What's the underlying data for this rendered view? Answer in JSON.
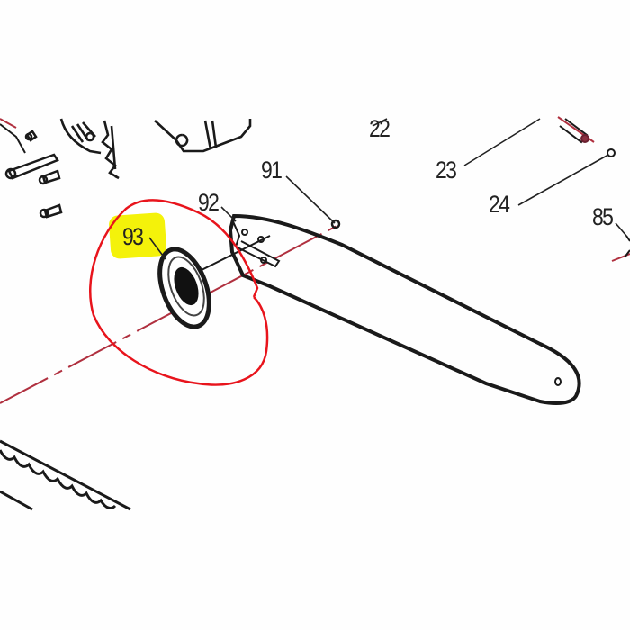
{
  "diagram": {
    "type": "exploded parts diagram",
    "subject": "chainsaw guide bar assembly",
    "highlighted_part": "93",
    "colors": {
      "line": "#1a1a1a",
      "axis": "#b0303f",
      "circle": "#e8141c",
      "highlight": "#f4f20a",
      "background": "#fefefe"
    },
    "callouts": [
      {
        "id": "22",
        "label": "22"
      },
      {
        "id": "23",
        "label": "23"
      },
      {
        "id": "24",
        "label": "24"
      },
      {
        "id": "85",
        "label": "85"
      },
      {
        "id": "91",
        "label": "91"
      },
      {
        "id": "92",
        "label": "92"
      },
      {
        "id": "93",
        "label": "93"
      }
    ]
  }
}
